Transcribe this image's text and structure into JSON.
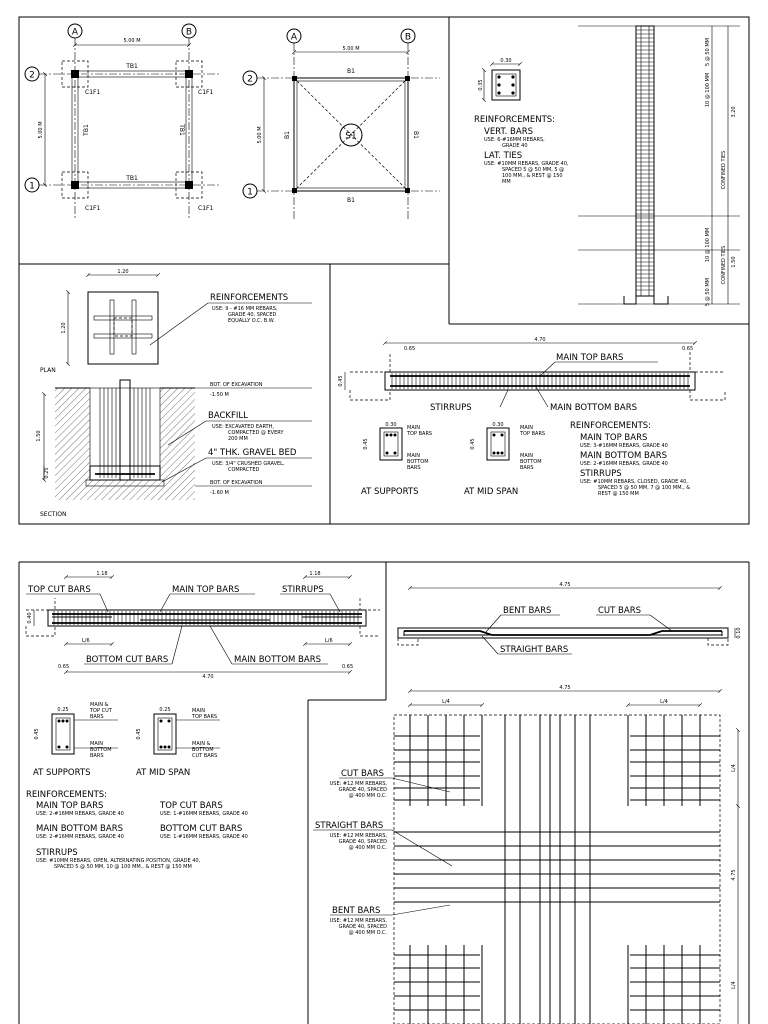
{
  "upper": {
    "grid_a": "A",
    "grid_b": "B",
    "grid_1": "1",
    "grid_2": "2",
    "span_500": "5.00 M",
    "tb1": "TB1",
    "c1f1": "C1F1",
    "b1": "B1",
    "s1": "S1",
    "col_dim_030": "0.30",
    "col_dim_035": "0.35",
    "col_reinf_title": "REINFORCEMENTS:",
    "vert_bars": "VERT. BARS",
    "vert_bars_use": "USE: 6-#16MM REBARS,",
    "vert_bars_grade": "GRADE 40",
    "lat_ties": "LAT. TIES",
    "lat_ties_use_1": "USE: #10MM REBARS, GRADE 40,",
    "lat_ties_use_2": "SPACED 5 @ 50 MM, 5 @",
    "lat_ties_use_3": "100 MM., & REST @ 150",
    "lat_ties_use_4": "MM",
    "col_confined_ties": "CONFINED TIES",
    "col_tie_spacing_1": "10 @ 100 MM",
    "col_tie_spacing_2": "5 @ 50 MM",
    "col_len_320": "3.20",
    "col_len_150": "1.50",
    "foot_width": "1.20",
    "foot_plan": "PLAN",
    "foot_section": "SECTION",
    "foot_reinf": "REINFORCEMENTS",
    "foot_reinf_use_1": "USE: 9 - #16 MM REBARS,",
    "foot_reinf_use_2": "GRADE 40, SPACED",
    "foot_reinf_use_3": "EQUALLY O.C. B.W.",
    "bot_excavation": "BOT. OF EXCAVATION",
    "elev_150": "-1.50 M",
    "elev_160": "-1.60 M",
    "backfill": "BACKFILL",
    "backfill_use_1": "USE: EXCAVATED EARTH,",
    "backfill_use_2": "COMPACTED @ EVERY",
    "backfill_use_3": "200 MM",
    "gravel_bed": "4\" THK. GRAVEL BED",
    "gravel_use_1": "USE: 3/4\" CRUSHED GRAVEL,",
    "gravel_use_2": "COMPACTED",
    "foot_depth_150": "1.50",
    "foot_depth_025": "0.25",
    "tb_len": "4.70",
    "tb_main_top": "MAIN TOP BARS",
    "tb_stirrups": "STIRRUPS",
    "tb_main_bottom": "MAIN BOTTOM BARS",
    "tb_width": "0.30",
    "tb_depth": "0.45",
    "tb_cut": "0.65",
    "tb_main": "MAIN",
    "tb_top_bars": "TOP BARS",
    "tb_bottom": "BOTTOM",
    "tb_bars": "BARS",
    "at_supports": "AT SUPPORTS",
    "at_mid_span": "AT MID SPAN",
    "tb_reinf_title": "REINFORCEMENTS:",
    "tb_r_top": "MAIN TOP BARS",
    "tb_r_top_use": "USE: 3-#16MM REBARS, GRADE 40",
    "tb_r_bot": "MAIN BOTTOM BARS",
    "tb_r_bot_use": "USE: 2-#16MM REBARS, GRADE 40",
    "tb_r_stir": "STIRRUPS",
    "tb_r_stir_use_1": "USE: #10MM REBARS, CLOSED, GRADE 40,",
    "tb_r_stir_use_2": "SPACED 5 @ 50 MM, 7 @ 100 MM., &",
    "tb_r_stir_use_3": "REST @ 150 MM"
  },
  "lower": {
    "top_cut_bars": "TOP CUT BARS",
    "main_top_bars": "MAIN TOP BARS",
    "stirrups": "STIRRUPS",
    "cut_118": "1.18",
    "l6": "L/6",
    "bottom_cut_bars": "BOTTOM CUT BARS",
    "main_bottom_bars": "MAIN BOTTOM BARS",
    "beam_len": "4.70",
    "cut_065": "0.65",
    "depth_040": "0.40",
    "width_025": "0.25",
    "depth_045": "0.45",
    "sec_main_top_cut_1": "MAIN &",
    "sec_main_top_cut_2": "TOP CUT",
    "sec_main_top_cut_3": "BARS",
    "sec_main_bot_1": "MAIN",
    "sec_main_bot_2": "BOTTOM",
    "sec_main_bot_3": "BARS",
    "sec_main_top_1": "MAIN",
    "sec_main_top_2": "TOP BARS",
    "sec_main_botcut_1": "MAIN &",
    "sec_main_botcut_2": "BOTTOM",
    "sec_main_botcut_3": "CUT BARS",
    "at_supports": "AT SUPPORTS",
    "at_mid_span": "AT MID SPAN",
    "reinf_title": "REINFORCEMENTS:",
    "r_main_top": "MAIN TOP BARS",
    "r_main_top_use": "USE: 2-#16MM REBARS, GRADE 40",
    "r_top_cut": "TOP CUT BARS",
    "r_top_cut_use": "USE: 1-#16MM REBARS, GRADE 40",
    "r_main_bot": "MAIN BOTTOM BARS",
    "r_main_bot_use": "USE: 2-#16MM REBARS, GRADE 40",
    "r_bot_cut": "BOTTOM CUT BARS",
    "r_bot_cut_use": "USE: 1-#16MM REBARS, GRADE 40",
    "r_stirrups": "STIRRUPS",
    "r_stir_use_1": "USE: #10MM REBARS, OPEN, ALTERNATING POSITION, GRADE 40,",
    "r_stir_use_2": "SPACED 5 @ 50 MM, 10 @ 100 MM., & REST @ 150 MM",
    "slab_len": "4.75",
    "bent_bars": "BENT BARS",
    "cut_bars": "CUT BARS",
    "straight_bars": "STRAIGHT BARS",
    "slab_thk": "0.10",
    "l4": "L/4",
    "plan_cut_bars": "CUT BARS",
    "plan_cut_use_1": "USE: #12 MM REBARS,",
    "plan_cut_use_2": "GRADE 40, SPACED",
    "plan_cut_use_3": "@ 400 MM O.C.",
    "plan_straight": "STRAIGHT BARS",
    "plan_straight_use_1": "USE: #12 MM REBARS,",
    "plan_straight_use_2": "GRADE 40, SPACED",
    "plan_straight_use_3": "@ 400 MM O.C.",
    "plan_bent": "BENT BARS",
    "plan_bent_use_1": "USE: #12 MM REBARS,",
    "plan_bent_use_2": "GRADE 40, SPACED",
    "plan_bent_use_3": "@ 400 MM O.C.",
    "plan_475": "4.75"
  }
}
